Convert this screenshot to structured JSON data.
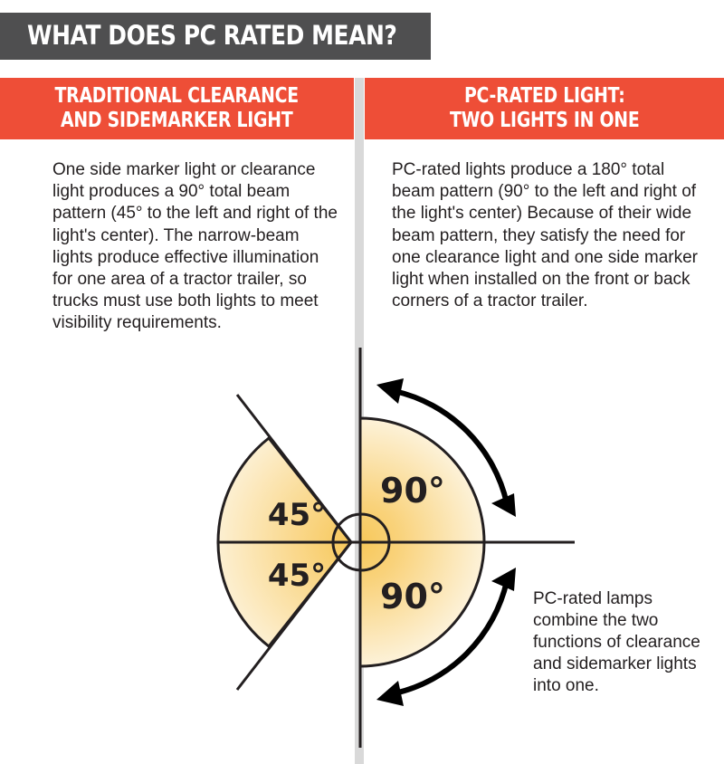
{
  "title": "WHAT DOES PC RATED MEAN?",
  "left_column": {
    "heading_line1": "TRADITIONAL CLEARANCE",
    "heading_line2": "AND SIDEMARKER LIGHT",
    "body": "One side marker light or clearance light produces a 90° total beam pattern (45° to the left and right of the light's center). The narrow-beam lights produce effective illumination for one area of a tractor trailer, so trucks must use both lights to meet visibility requirements."
  },
  "right_column": {
    "heading_line1": "PC-RATED LIGHT:",
    "heading_line2": "TWO LIGHTS IN ONE",
    "body": "PC-rated lights produce a 180° total beam pattern (90° to the left and right of the light's center) Because of their wide beam pattern, they satisfy the need for one clearance light and one side marker light when installed on the front or back corners of a tractor trailer."
  },
  "diagram": {
    "left_upper_angle": "45°",
    "left_lower_angle": "45°",
    "right_upper_angle": "90°",
    "right_lower_angle": "90°",
    "caption": "PC-rated lamps combine the two functions of clearance and sidemarker lights into one.",
    "beam_color": "#f7c85a",
    "beam_light_color": "#fdf3dc"
  },
  "colors": {
    "title_bar": "#4f4f50",
    "heading_bar": "#ee4e37",
    "divider": "#d9d9d9"
  }
}
